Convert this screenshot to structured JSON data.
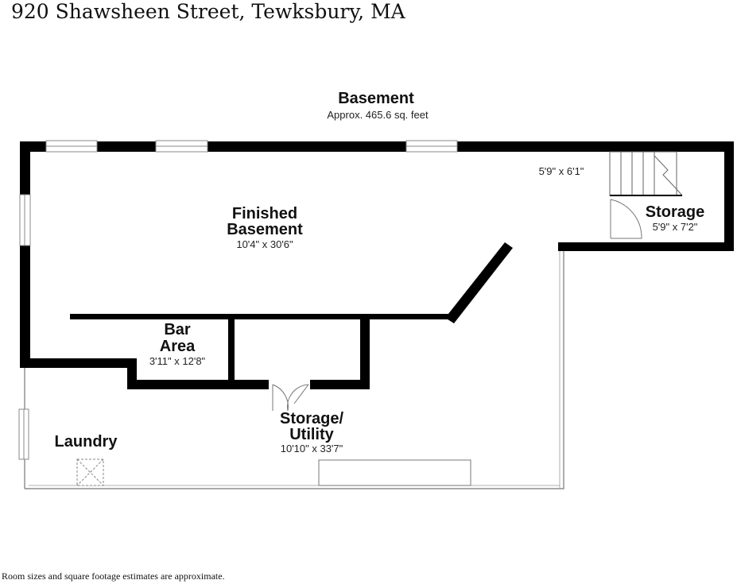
{
  "header": {
    "address": "920 Shawsheen Street, Tewksbury, MA"
  },
  "floor": {
    "name": "Basement",
    "area": "Approx. 465.6 sq. feet"
  },
  "rooms": {
    "finished": {
      "line1": "Finished",
      "line2": "Basement",
      "dims": "10'4\" x 30'6\""
    },
    "stairs": {
      "dims": "5'9\" x 6'1\""
    },
    "storage": {
      "name": "Storage",
      "dims": "5'9\" x 7'2\""
    },
    "bar": {
      "line1": "Bar",
      "line2": "Area",
      "dims": "3'11\" x 12'8\""
    },
    "utility": {
      "line1": "Storage/",
      "line2": "Utility",
      "dims": "10'10\" x 33'7\""
    },
    "laundry": {
      "name": "Laundry"
    }
  },
  "footer": {
    "note": "Room sizes and square footage estimates are approximate."
  }
}
